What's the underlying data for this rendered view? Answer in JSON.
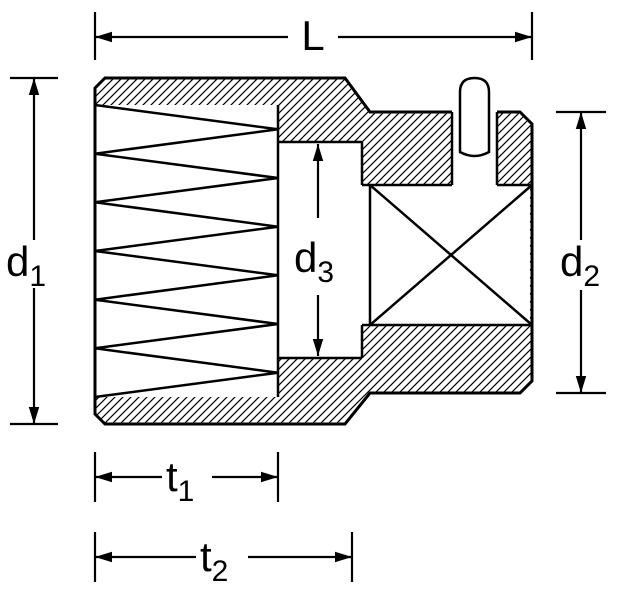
{
  "diagram": {
    "type": "technical-drawing",
    "subject": "socket cross-section with dimension callouts",
    "background": "#ffffff",
    "line_color": "#000000",
    "labels": {
      "L": "L",
      "d1": {
        "base": "d",
        "sub": "1"
      },
      "d2": {
        "base": "d",
        "sub": "2"
      },
      "d3": {
        "base": "d",
        "sub": "3"
      },
      "t1": {
        "base": "t",
        "sub": "1"
      },
      "t2": {
        "base": "t",
        "sub": "2"
      }
    }
  }
}
